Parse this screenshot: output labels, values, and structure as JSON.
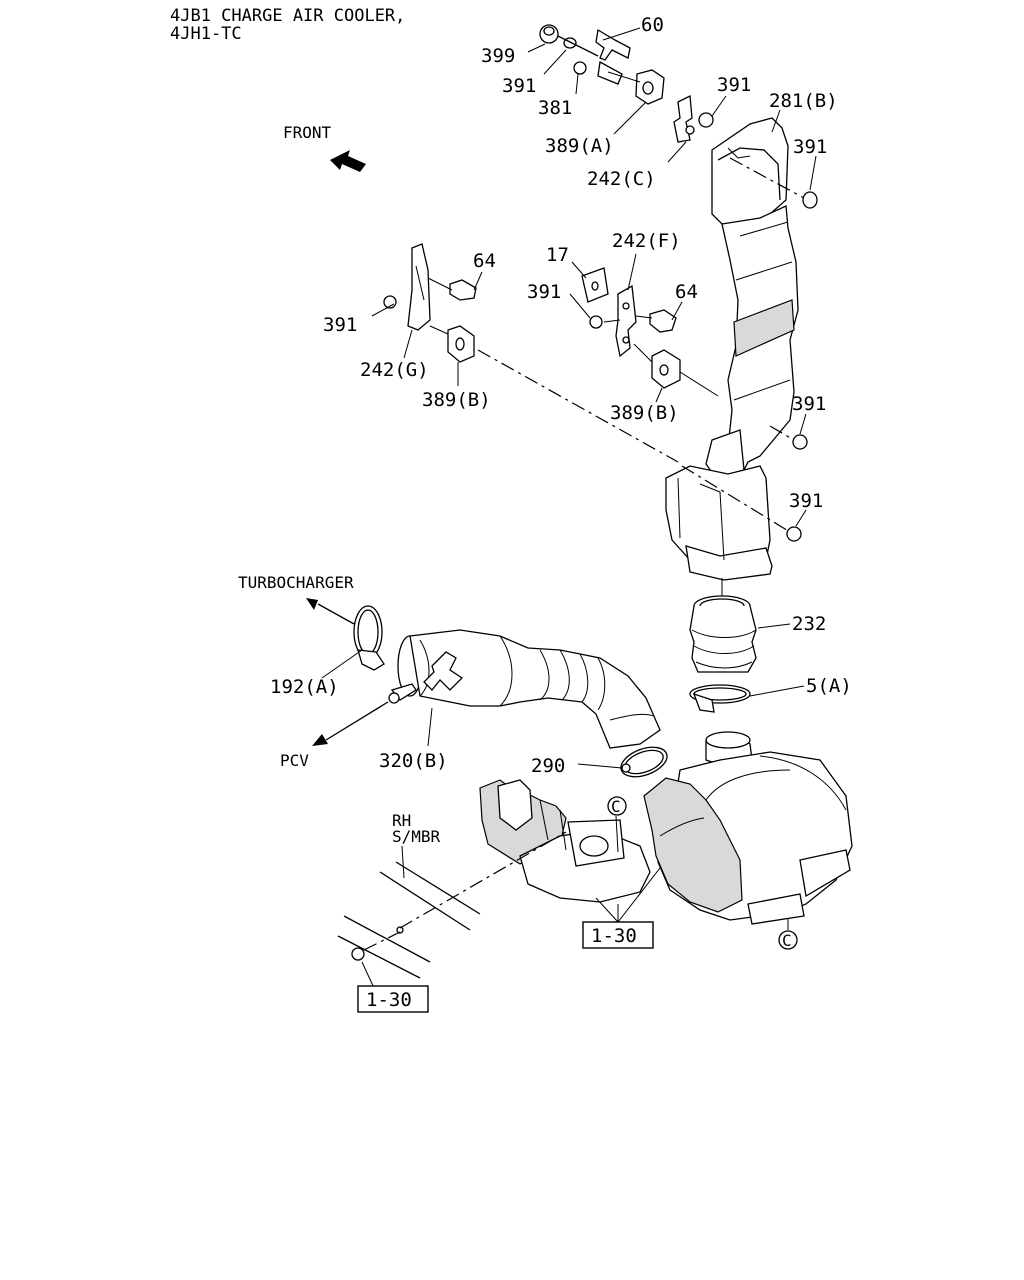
{
  "header": {
    "line1": "4JB1 CHARGE AIR COOLER,",
    "line2": "4JH1-TC"
  },
  "notes": {
    "front": "FRONT",
    "turbocharger": "TURBOCHARGER",
    "pcv": "PCV",
    "rh": "RH",
    "smbr": "S/MBR"
  },
  "callouts": {
    "p60": "60",
    "p399": "399",
    "p391_a": "391",
    "p381": "381",
    "p391_b": "391",
    "p281b": "281(B)",
    "p389a": "389(A)",
    "p391_c": "391",
    "p242c": "242(C)",
    "p64_a": "64",
    "p17": "17",
    "p242f": "242(F)",
    "p391_d": "391",
    "p64_b": "64",
    "p391_e": "391",
    "p242g": "242(G)",
    "p389b_a": "389(B)",
    "p389b_b": "389(B)",
    "p391_f": "391",
    "p391_g": "391",
    "p232": "232",
    "p192a": "192(A)",
    "p5a": "5(A)",
    "p320b": "320(B)",
    "p290": "290"
  },
  "refs": {
    "ref1": "1-30",
    "ref2": "1-30",
    "circle_c1": "C",
    "circle_c2": "C"
  }
}
